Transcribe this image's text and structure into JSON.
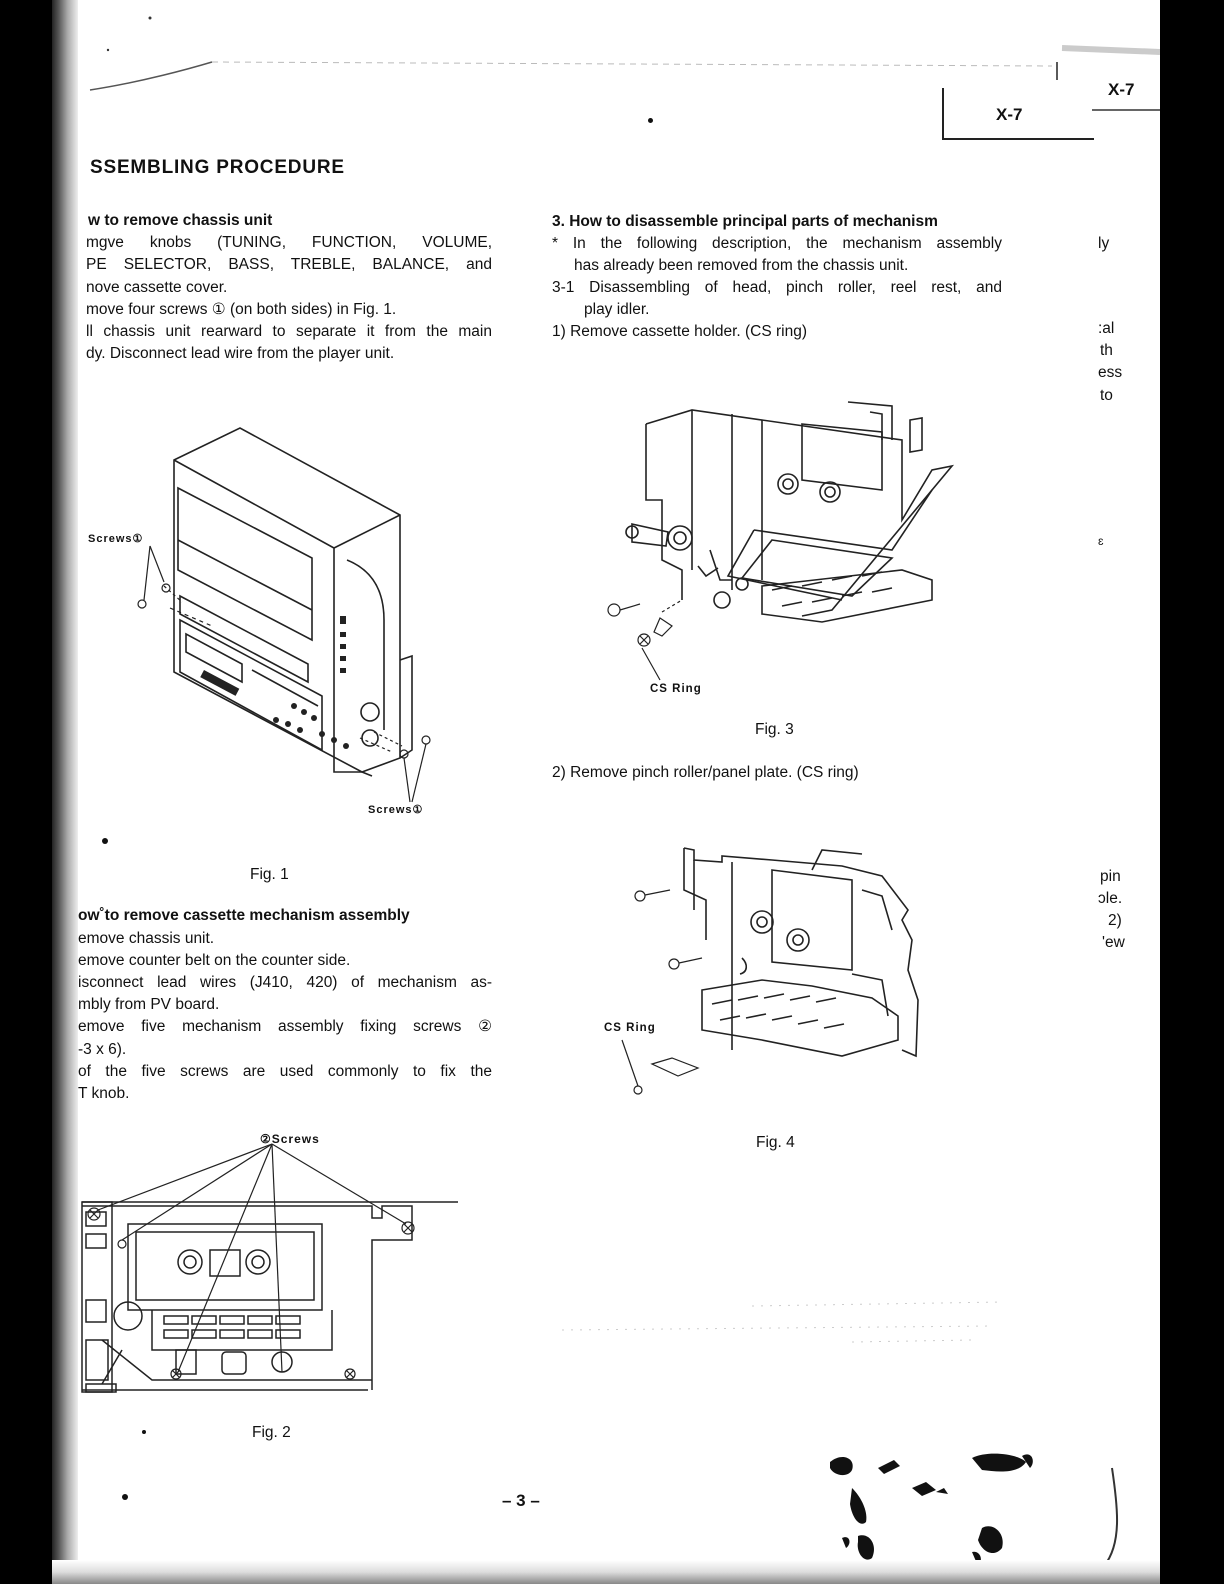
{
  "header": {
    "code_right": "X-7",
    "code_box": "X-7"
  },
  "title": "SSEMBLING PROCEDURE",
  "left": {
    "sec1_heading": "w to remove chassis unit",
    "sec1_lines": [
      "mɡve knobs (TUNING, FUNCTION, VOLUME,",
      "PE SELECTOR, BASS, TREBLE, BALANCE, and",
      "nove cassette cover.",
      "move four screws ① (on both sides) in Fig. 1.",
      "ll chassis unit rearward to separate it from the main",
      "dy. Disconnect lead wire from the player unit."
    ],
    "fig1_screws_top": "Screws①",
    "fig1_screws_bottom": "Screws①",
    "fig1_caption": "Fig. 1",
    "sec2_heading": "ow˚to remove cassette mechanism assembly",
    "sec2_lines": [
      "emove chassis unit.",
      "emove counter belt on the counter side.",
      "isconnect lead wires (J410, 420) of mechanism as-",
      "mbly from PV board.",
      "emove five mechanism assembly fixing screws ②",
      "-3 x 6).",
      "  of the five screws are used commonly to fix the",
      "T knob."
    ],
    "fig2_screws": "②Screws",
    "fig2_caption": "Fig. 2"
  },
  "right": {
    "sec3_heading": "3. How to disassemble principal parts of mechanism",
    "note_line1": "*  In the following description, the mechanism assembly",
    "note_line2": "has already been removed from the chassis unit.",
    "sub31_line1": "3-1 Disassembling of head, pinch roller, reel rest, and",
    "sub31_line2": "play idler.",
    "step1": "1) Remove cassette holder. (CS ring)",
    "fig3_label": "CS Ring",
    "fig3_caption": "Fig. 3",
    "step2": "2) Remove pinch roller/panel plate. (CS ring)",
    "fig4_label": "CS Ring",
    "fig4_caption": "Fig. 4"
  },
  "edge_fragments": {
    "f1": "ly",
    "f2": ":al",
    "f3": "th",
    "f4": "ess",
    "f5": "to",
    "f6": "ɛ",
    "f7": "pin",
    "f8": "ɔle.",
    "f9": "2)",
    "f10": "'ew"
  },
  "page_number": "– 3 –"
}
